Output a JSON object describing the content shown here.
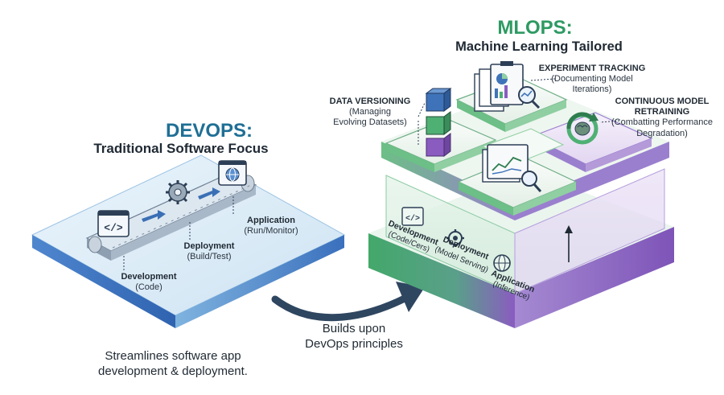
{
  "devops": {
    "title": "DEVOPS:",
    "subtitle": "Traditional Software Focus",
    "stages": [
      {
        "name": "Development",
        "detail": "(Code)"
      },
      {
        "name": "Deployment",
        "detail": "(Build/Test)"
      },
      {
        "name": "Application",
        "detail": "(Run/Monitor)"
      }
    ],
    "description_line1": "Streamlines software app",
    "description_line2": "development & deployment."
  },
  "connector": {
    "line1": "Builds upon",
    "line2": "DevOps principles"
  },
  "mlops": {
    "title": "MLOPS:",
    "subtitle": "Machine Learning Tailored",
    "features": [
      {
        "title": "DATA VERSIONING",
        "detail_line1": "(Managing",
        "detail_line2": "Evolving Datasets)"
      },
      {
        "title": "EXPERIMENT TRACKING",
        "detail_line1": "(Documenting Model",
        "detail_line2": "Iterations)"
      },
      {
        "title_line1": "CONTINUOUS MODEL",
        "title_line2": "RETRAINING",
        "detail_line1": "(Combatting Performance",
        "detail_line2": "Degradation)"
      }
    ],
    "base_stages": [
      {
        "name": "Development",
        "detail": "(Code/Cers)"
      },
      {
        "name": "Deployment",
        "detail": "(Model Serving)"
      },
      {
        "name": "Application",
        "detail": "(Inference)"
      }
    ]
  },
  "colors": {
    "devops_title": "#1f6f95",
    "mlops_title": "#2e9a63",
    "platform_blue": "#3b78c4",
    "platform_green": "#4caf6e",
    "platform_purple": "#8a5cc0"
  },
  "icons": [
    "code-icon",
    "gear-icon",
    "globe-icon",
    "cube-stack-icon",
    "chart-magnifier-icon",
    "brain-cycle-icon",
    "arrow-right-icon",
    "curved-arrow-icon"
  ]
}
